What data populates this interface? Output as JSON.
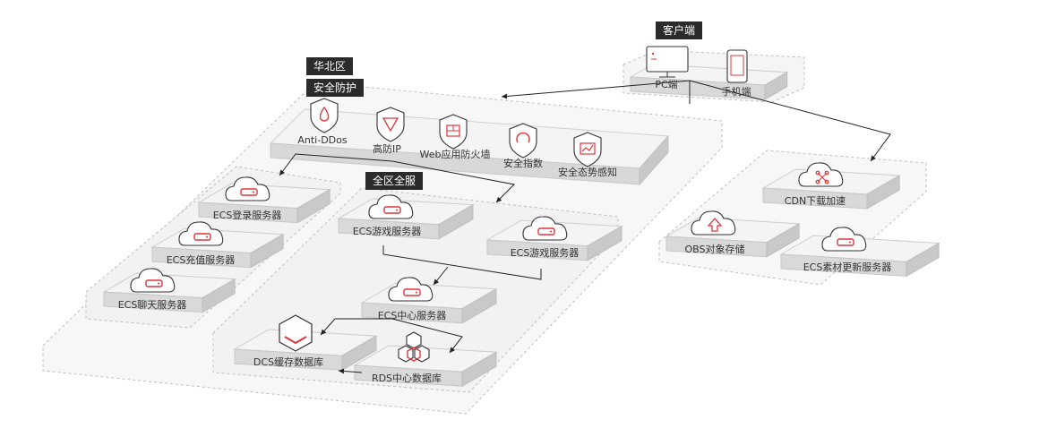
{
  "regions": {
    "north_china": "华北区",
    "security": "安全防护",
    "full_service": "全区全服",
    "client": "客户端"
  },
  "client_nodes": {
    "pc": "PC端",
    "mobile": "手机端"
  },
  "security_nodes": {
    "anti_ddos": "Anti-DDos",
    "high_defense_ip": "高防IP",
    "waf": "Web应用防火墙",
    "security_index": "安全指数",
    "situation_awareness": "安全态势感知"
  },
  "left_servers": {
    "login": "ECS登录服务器",
    "recharge": "ECS充值服务器",
    "chat": "ECS聊天服务器"
  },
  "game_servers": {
    "game_a": "ECS游戏服务器",
    "game_b": "ECS游戏服务器",
    "center": "ECS中心服务器",
    "dcs": "DCS缓存数据库",
    "rds": "RDS中心数据库"
  },
  "cdn_group": {
    "cdn": "CDN下载加速",
    "obs": "OBS对象存储",
    "assets": "ECS素材更新服务器"
  },
  "colors": {
    "accent": "#e0353a",
    "tag_bg": "#2b2b2b",
    "plate_top": "#f4f4f4",
    "plate_side": "#d3d3d3",
    "dashed": "#bdbdbd"
  }
}
